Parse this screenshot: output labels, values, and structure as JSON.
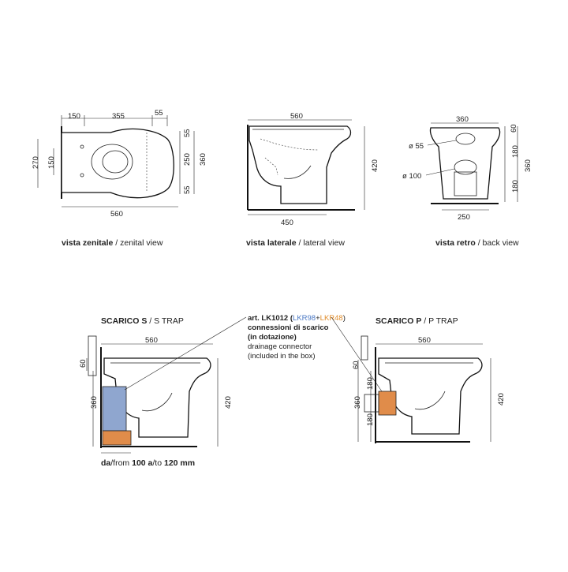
{
  "colors": {
    "lines": "#222222",
    "blue_part": "#8fa6cf",
    "orange_part": "#e08c4a",
    "note_blue": "#4a78c4",
    "note_orange": "#e08c2a"
  },
  "top_view": {
    "dims": {
      "d150a": "150",
      "d355": "355",
      "d55a": "55",
      "d270": "270",
      "d150b": "150",
      "d55b": "55",
      "d250": "250",
      "d360": "360",
      "d55c": "55",
      "d560": "560"
    },
    "caption_bold": "vista zenitale",
    "caption_rest": " / zenital view"
  },
  "side_view": {
    "dims": {
      "d560": "560",
      "d420": "420",
      "d450": "450"
    },
    "caption_bold": "vista laterale",
    "caption_rest": " / lateral view"
  },
  "back_view": {
    "dims": {
      "d360": "360",
      "d60": "60",
      "d180a": "180",
      "d360r": "360",
      "d180b": "180",
      "d250": "250",
      "phi55": "ø 55",
      "phi100": "ø 100"
    },
    "caption_bold": "vista retro",
    "caption_rest": " / back view"
  },
  "s_trap": {
    "title_bold": "SCARICO S",
    "title_rest": " / S TRAP",
    "dims": {
      "d560": "560",
      "d60": "60",
      "d360": "360",
      "d420": "420"
    },
    "note_da": "da",
    "note_from": "/from ",
    "note_100": "100 a",
    "note_to": "/to ",
    "note_120": "120 mm"
  },
  "p_trap": {
    "title_bold": "SCARICO P",
    "title_rest": " / P TRAP",
    "dims": {
      "d560": "560",
      "d60": "60",
      "d180a": "180",
      "d360": "360",
      "d180b": "180",
      "d420": "420"
    }
  },
  "connector_note": {
    "art": "art. LK1012 (",
    "lkr98": "LKR98",
    "plus": "+",
    "lkr48": "LKR48",
    "close": ")",
    "line2": "connessioni di scarico",
    "line3": "(in dotazione)",
    "line4": "drainage connector",
    "line5": "(included in the box)"
  }
}
